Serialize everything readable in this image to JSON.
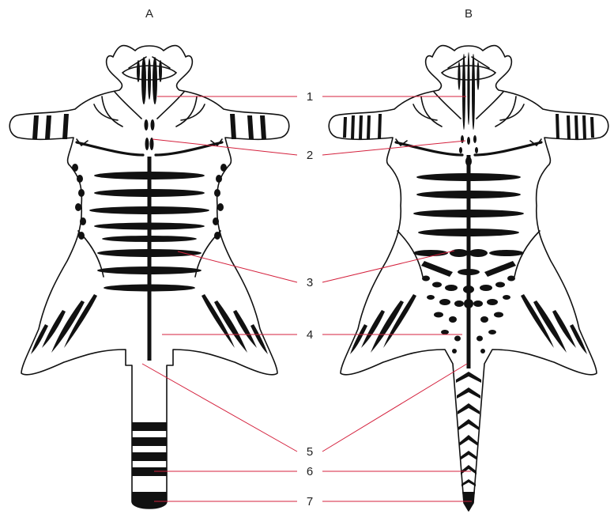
{
  "panels": [
    {
      "label": "A"
    },
    {
      "label": "B"
    }
  ],
  "callouts": [
    "1",
    "2",
    "3",
    "4",
    "5",
    "6",
    "7"
  ],
  "colors": {
    "stripe": "#111111",
    "leader_line": "#d4213d",
    "background": "#ffffff"
  }
}
